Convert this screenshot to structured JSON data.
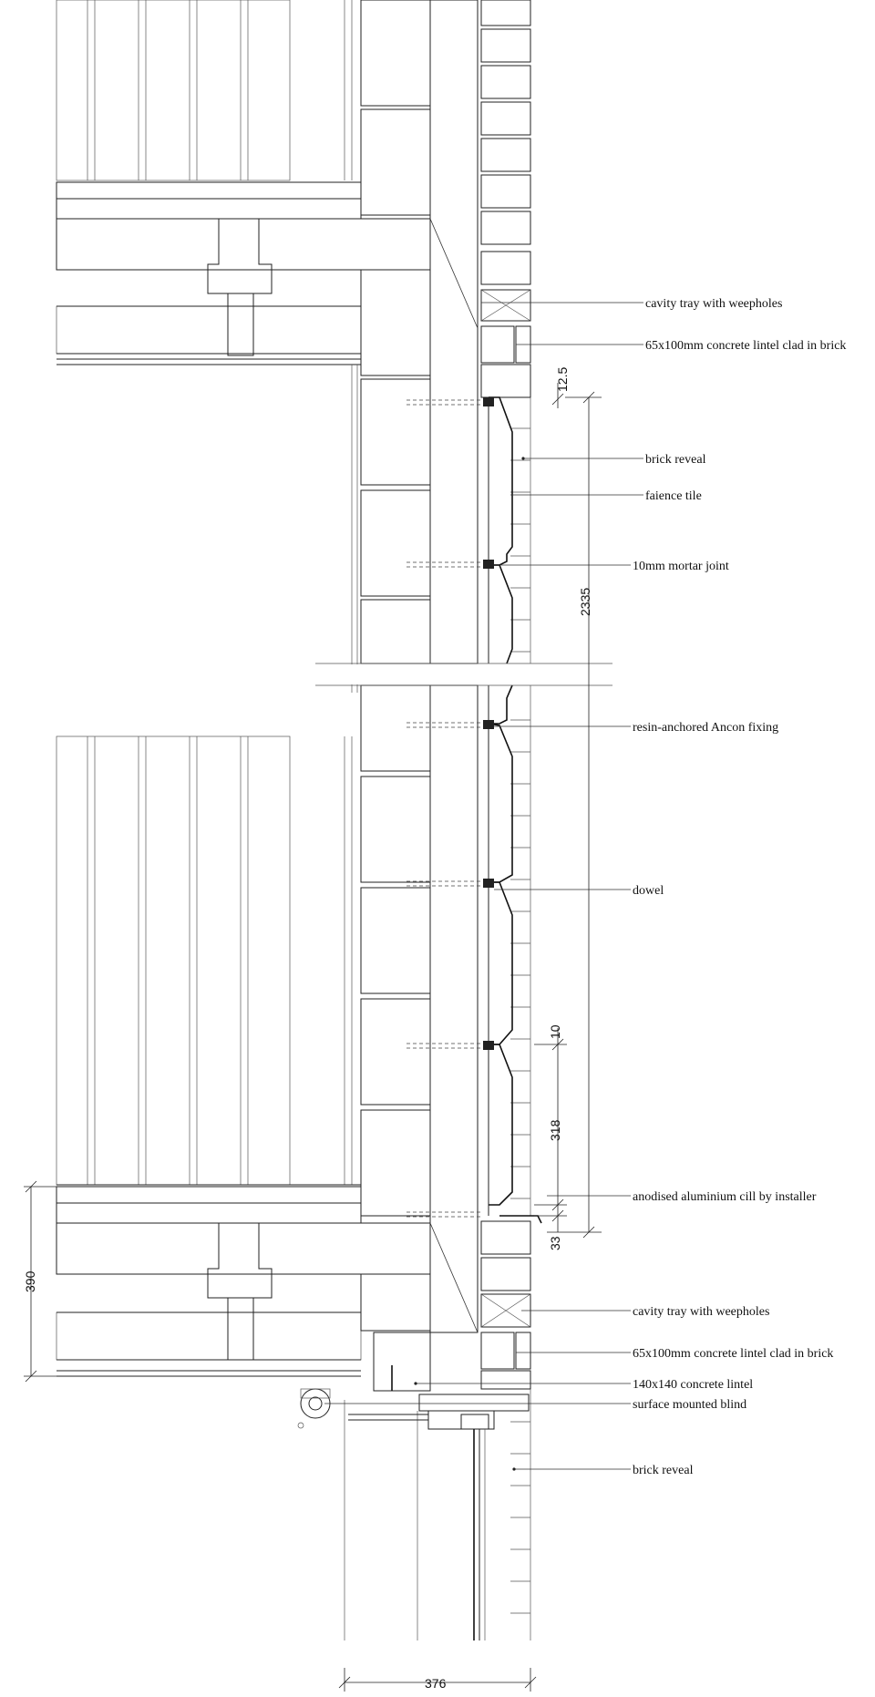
{
  "annotations": [
    {
      "id": "cavity-tray-upper",
      "text": "cavity tray with weepholes"
    },
    {
      "id": "lintel-upper",
      "text": "65x100mm concrete lintel clad in brick"
    },
    {
      "id": "brick-reveal-upper",
      "text": "brick reveal"
    },
    {
      "id": "faience-tile",
      "text": "faience tile"
    },
    {
      "id": "mortar-joint",
      "text": "10mm mortar joint"
    },
    {
      "id": "ancon-fixing",
      "text": "resin-anchored Ancon fixing"
    },
    {
      "id": "dowel",
      "text": "dowel"
    },
    {
      "id": "cill",
      "text": "anodised aluminium cill by installer"
    },
    {
      "id": "cavity-tray-lower",
      "text": "cavity tray with weepholes"
    },
    {
      "id": "lintel-lower",
      "text": "65x100mm concrete lintel clad in brick"
    },
    {
      "id": "concrete-lintel",
      "text": "140x140 concrete lintel"
    },
    {
      "id": "blind",
      "text": "surface mounted blind"
    },
    {
      "id": "brick-reveal-lower",
      "text": "brick reveal"
    }
  ],
  "dimensions": {
    "d_12_5": "12.5",
    "d_2335": "2335",
    "d_10": "10",
    "d_318": "318",
    "d_33": "33",
    "d_390": "390",
    "d_376": "376"
  }
}
